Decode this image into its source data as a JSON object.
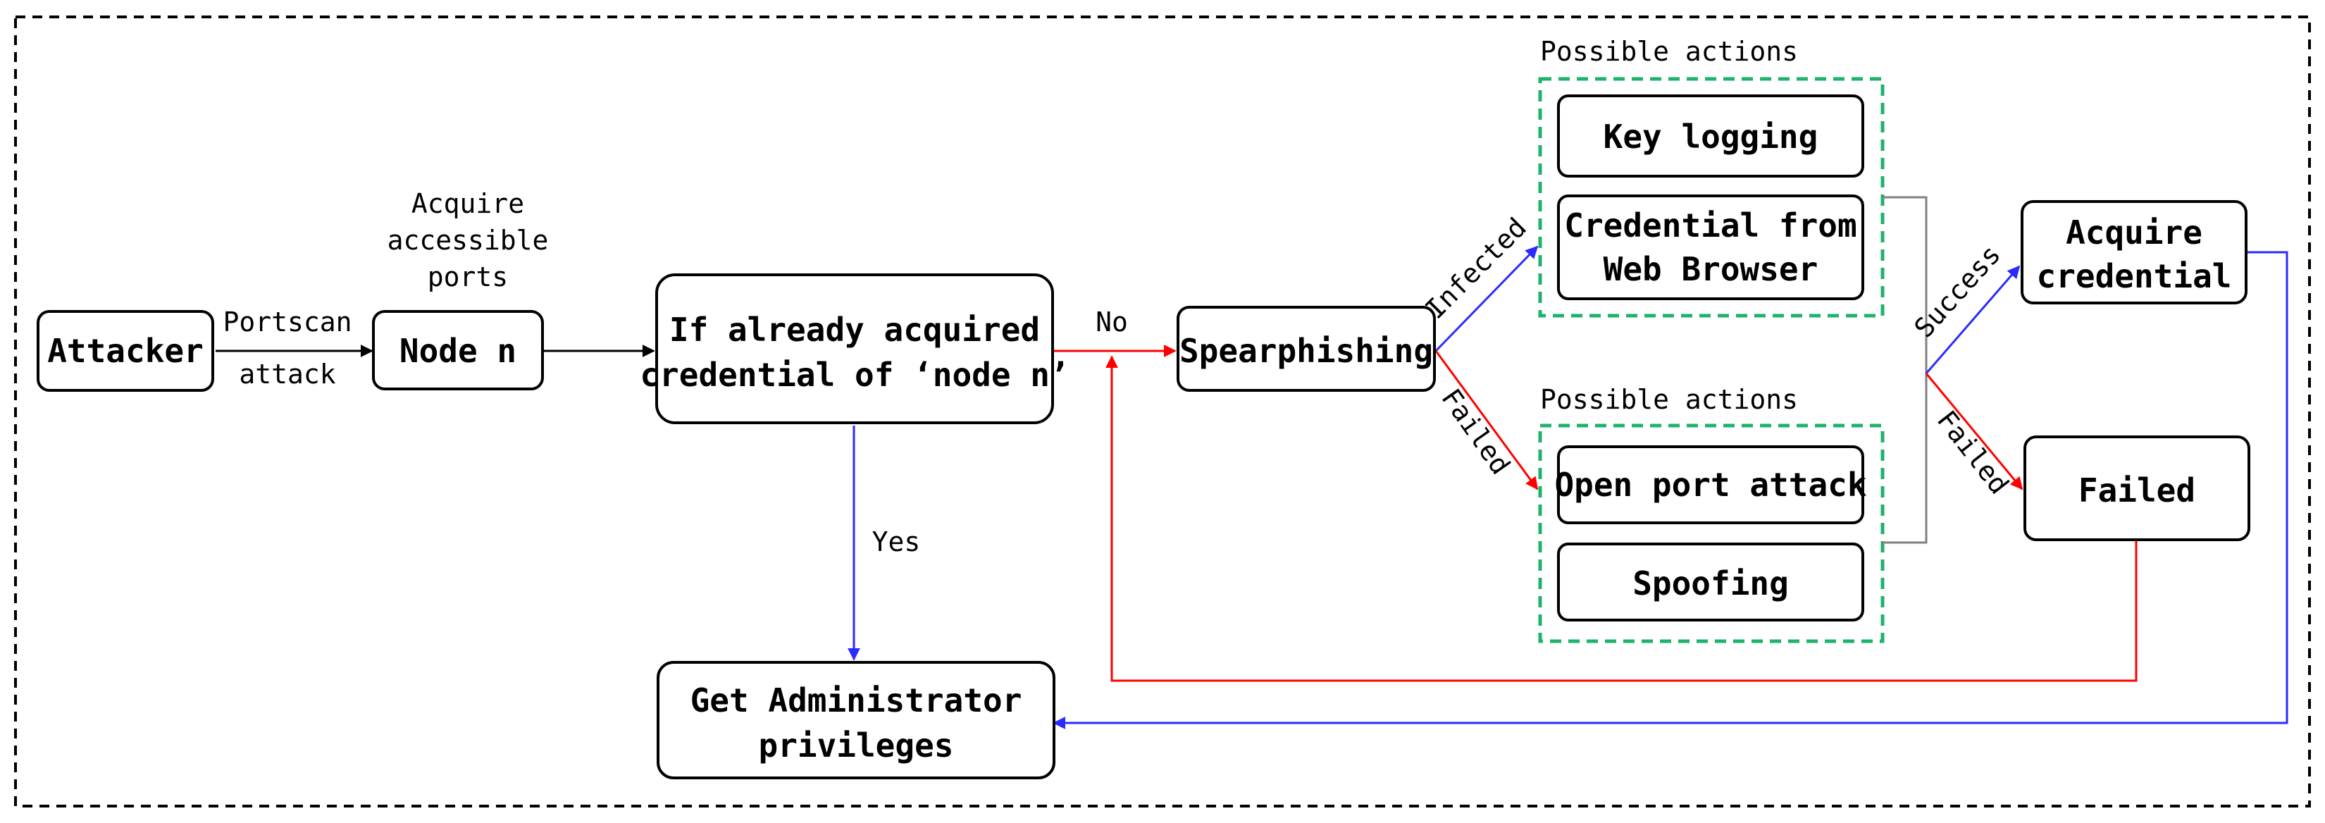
{
  "colors": {
    "black": "#000000",
    "red": "#ff0000",
    "blue": "#2b2bff",
    "gray": "#808080",
    "green": "#1db36a"
  },
  "nodes": {
    "attacker": "Attacker",
    "node_n": "Node n",
    "decision": [
      "If already acquired",
      "credential of ‘node n’"
    ],
    "get_admin": [
      "Get Administrator",
      "privileges"
    ],
    "spearphishing": "Spearphishing",
    "key_logging": "Key logging",
    "credential_browser": [
      "Credential from",
      "Web Browser"
    ],
    "open_port_attack": "Open port attack",
    "spoofing": "Spoofing",
    "acquire_credential": [
      "Acquire",
      "credential"
    ],
    "failed": "Failed"
  },
  "labels": {
    "portscan": [
      "Portscan",
      "attack"
    ],
    "acquire_ports": [
      "Acquire",
      "accessible",
      "ports"
    ],
    "no": "No",
    "yes": "Yes",
    "infected": "Infected",
    "failed_branch": "Failed",
    "success": "Success",
    "failed_right": "Failed",
    "possible_actions_top": "Possible actions",
    "possible_actions_bottom": "Possible actions"
  }
}
